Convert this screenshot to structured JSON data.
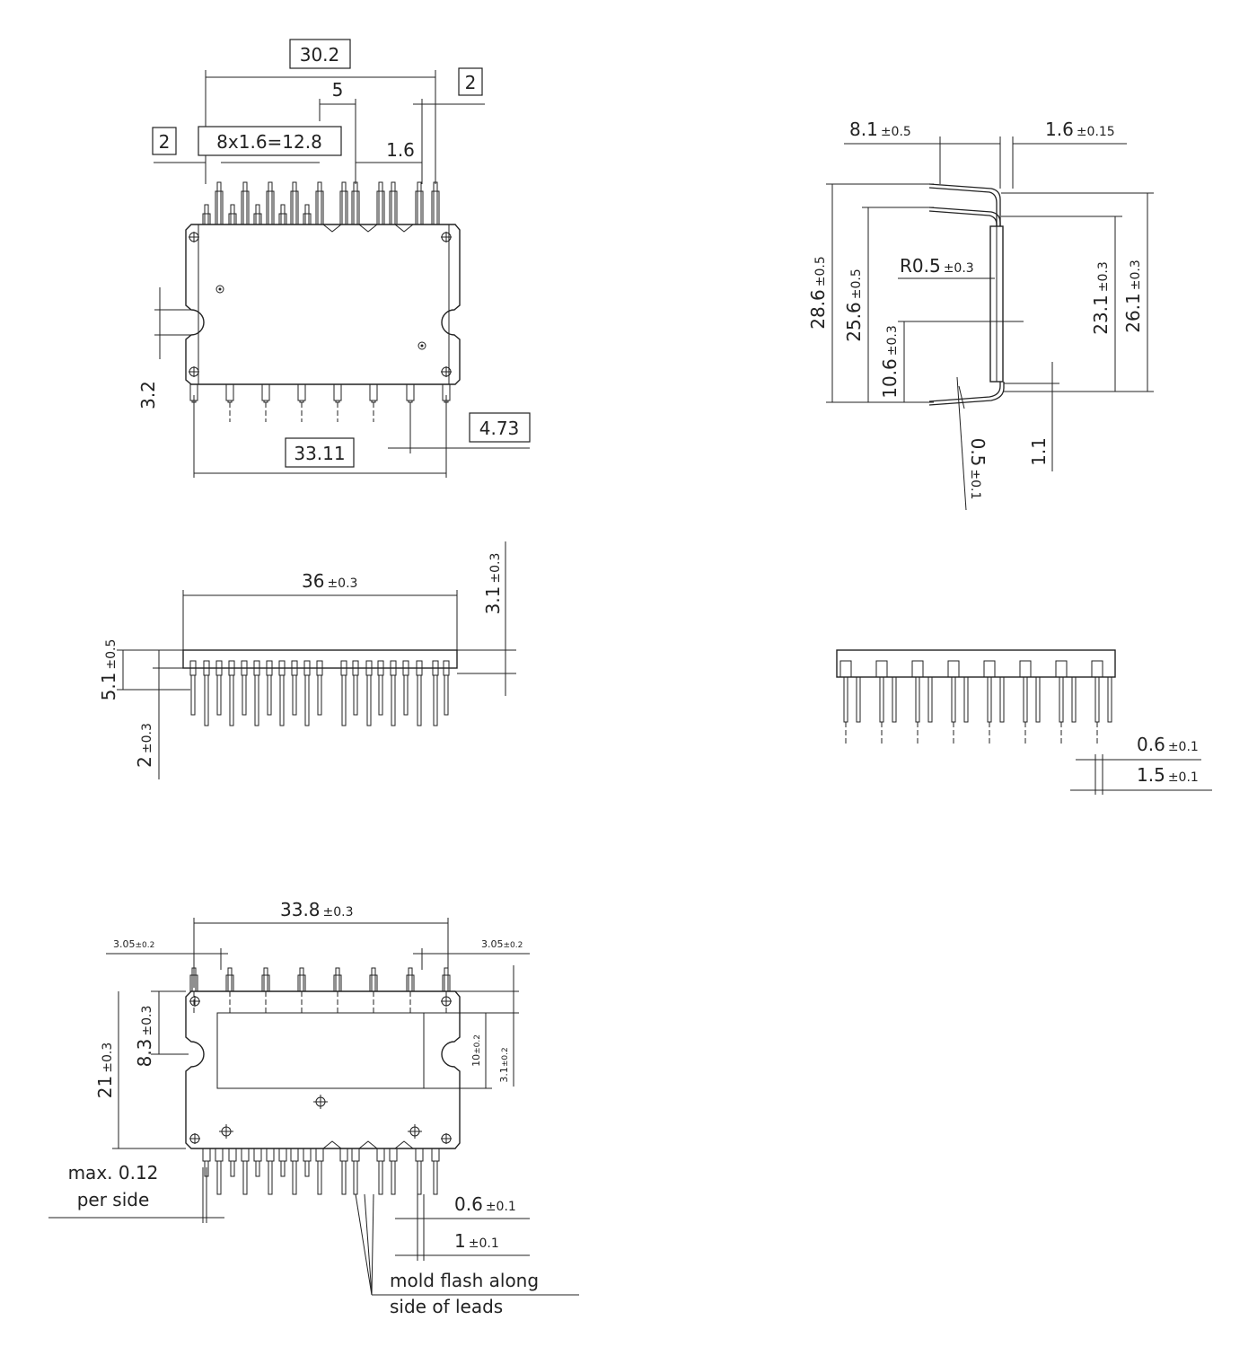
{
  "colors": {
    "line": "#222222",
    "background": "#ffffff"
  },
  "top_view": {
    "dim_total_top": "30.2",
    "dim_pitch_5": "5",
    "dim_offset_left": "2",
    "dim_offset_right": "2",
    "dim_pins": "8x1.6=12.8",
    "dim_pitch_16": "1.6",
    "dim_notch": "3.2",
    "dim_bottom_total": "33.11",
    "dim_bottom_offset": "4.73"
  },
  "side_view": {
    "dim_lead_len": "8.1",
    "dim_lead_len_tol": "±0.5",
    "dim_thickness": "1.6",
    "dim_thickness_tol": "±0.15",
    "dim_radius": "R0.5",
    "dim_radius_tol": "±0.3",
    "dim_286": "28.6",
    "dim_286_tol": "±0.5",
    "dim_256": "25.6",
    "dim_256_tol": "±0.5",
    "dim_106": "10.6",
    "dim_106_tol": "±0.3",
    "dim_231": "23.1",
    "dim_231_tol": "±0.3",
    "dim_261": "26.1",
    "dim_261_tol": "±0.3",
    "dim_lead_thick": "0.5",
    "dim_lead_thick_tol": "±0.1",
    "dim_11": "1.1"
  },
  "front_view": {
    "dim_width": "36",
    "dim_width_tol": "±0.3",
    "dim_height": "3.1",
    "dim_height_tol": "±0.3",
    "dim_51": "5.1",
    "dim_51_tol": "±0.5",
    "dim_2": "2",
    "dim_2_tol": "±0.3"
  },
  "end_view": {
    "dim_06": "0.6",
    "dim_06_tol": "±0.1",
    "dim_15": "1.5",
    "dim_15_tol": "±0.1"
  },
  "bottom_view": {
    "dim_width": "33.8",
    "dim_width_tol": "±0.3",
    "dim_left_edge": "3.05",
    "dim_left_edge_tol": "±0.2",
    "dim_right_edge": "3.05",
    "dim_right_edge_tol": "±0.2",
    "dim_83": "8.3",
    "dim_83_tol": "±0.3",
    "dim_21": "21",
    "dim_21_tol": "±0.3",
    "dim_10": "10",
    "dim_10_tol": "±0.2",
    "dim_31": "3.1",
    "dim_31_tol": "±0.2",
    "note_max_1": "max. 0.12",
    "note_max_2": "per side",
    "dim_06": "0.6",
    "dim_06_tol": "±0.1",
    "dim_1": "1",
    "dim_1_tol": "±0.1",
    "note_flash_1": "mold flash along",
    "note_flash_2": "side of leads"
  }
}
